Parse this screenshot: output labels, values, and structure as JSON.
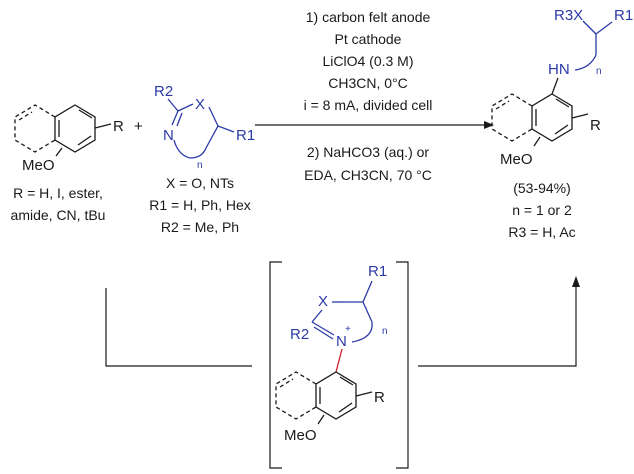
{
  "conditions_step1": [
    "1) carbon felt anode",
    "Pt cathode",
    "LiClO4 (0.3 M)",
    "CH3CN, 0°C",
    "i = 8 mA, divided cell"
  ],
  "conditions_step2": [
    "2) NaHCO3 (aq.) or",
    "EDA, CH3CN, 70 °C"
  ],
  "arene": {
    "ome_label": "MeO",
    "r_label": "R",
    "scope": [
      "R = H, I, ester,",
      "amide, CN, tBu"
    ]
  },
  "plus": "+",
  "heterocycle": {
    "r2": "R2",
    "x": "X",
    "n_atom": "N",
    "n_index": "n",
    "r1": "R1",
    "scope": [
      "X = O, NTs",
      "R1 = H, Ph, Hex",
      "R2 = Me, Ph"
    ]
  },
  "product": {
    "r3x": "R3X",
    "r1": "R1",
    "hn": "HN",
    "n_index": "n",
    "r_label": "R",
    "ome_label": "MeO",
    "notes": [
      "(53-94%)",
      "n = 1 or 2",
      "R3 = H, Ac"
    ]
  },
  "intermediate": {
    "x": "X",
    "r1": "R1",
    "r2": "R2",
    "n_plus": "N",
    "charge": "+",
    "n_index": "n",
    "r_label": "R",
    "ome_label": "MeO"
  },
  "colors": {
    "reagent_blue": "#2b3aa8",
    "new_bond_red": "#d11f2a",
    "text_black": "#1a1a1a"
  }
}
